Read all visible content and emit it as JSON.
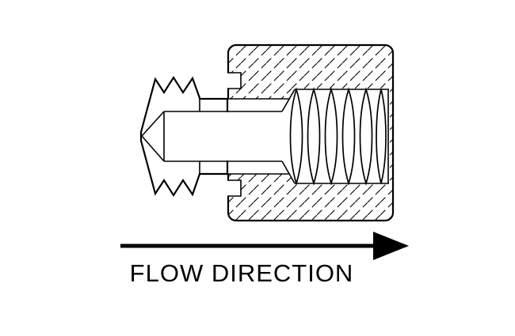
{
  "page": {
    "background_color": "#ffffff",
    "line_color": "#000000"
  },
  "diagram": {
    "type": "technical-cross-section",
    "subject": "threaded-fitting-in-housing",
    "flow_label": "FLOW DIRECTION",
    "arrow_direction": "right"
  }
}
